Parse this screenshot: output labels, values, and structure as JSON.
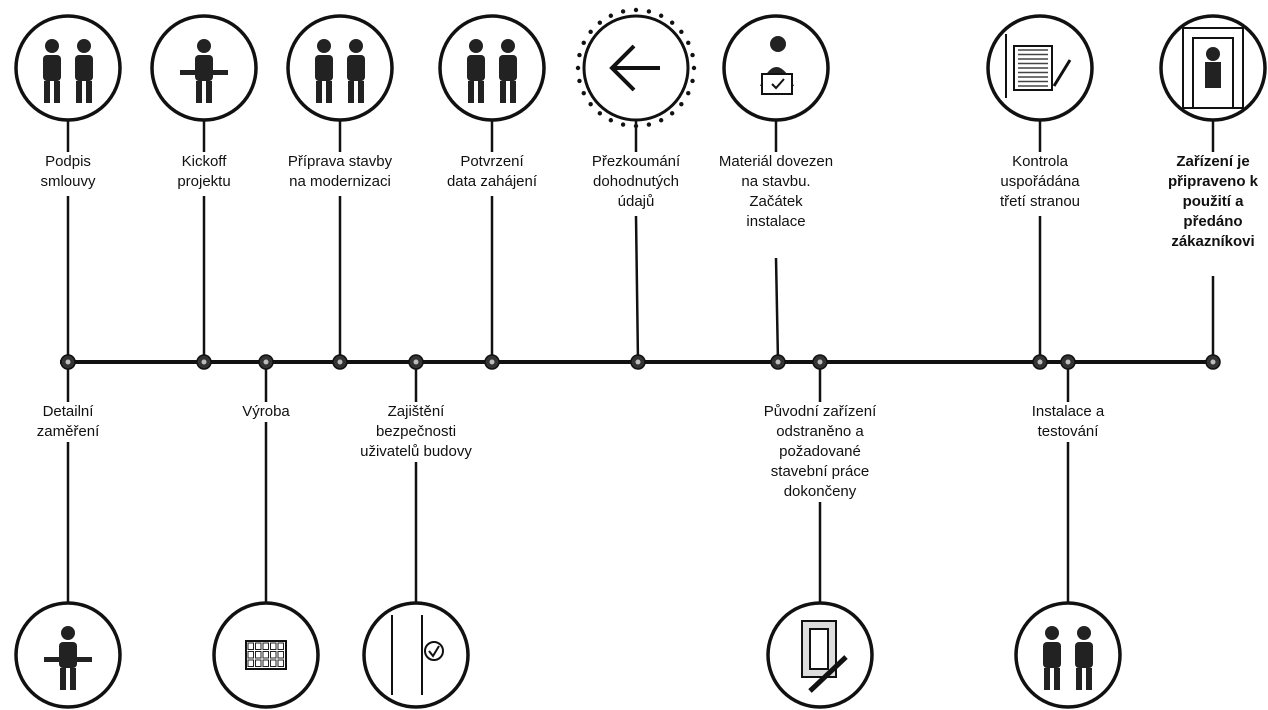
{
  "timeline": {
    "top_steps": [
      {
        "label": "Podpis\nsmlouvy",
        "icon": "handshake-icon"
      },
      {
        "label": "Kickoff\nprojektu",
        "icon": "meeting-icon"
      },
      {
        "label": "Příprava stavby\nna modernizaci",
        "icon": "workers-icon"
      },
      {
        "label": "Potvrzení\ndata zahájení",
        "icon": "discussion-icon"
      },
      {
        "label": "Přezkoumání\ndohodnutých\núdajů",
        "icon": "arrow-left-icon"
      },
      {
        "label": "Materiál dovezen\nna stavbu.\nZačátek\ninstalace",
        "icon": "delivery-check-icon"
      },
      {
        "label": "Kontrola\nuspořádána\ntřetí stranou",
        "icon": "inspection-icon"
      },
      {
        "label": "Zařízení je\npřipraveno k\npoužití a\npředáno\nzákazníkovi",
        "icon": "elevator-handover-icon"
      }
    ],
    "bottom_steps": [
      {
        "label": "Detailní\nzaměření",
        "icon": "measuring-icon"
      },
      {
        "label": "Výroba",
        "icon": "production-icon"
      },
      {
        "label": "Zajištění\nbezpečnosti\nuživatelů budovy",
        "icon": "safety-door-icon"
      },
      {
        "label": "Původní zařízení\nodstraněno a\npožadované\nstavební práce\ndokončeny",
        "icon": "old-elevator-icon"
      },
      {
        "label": "Instalace a\ntestování",
        "icon": "installers-icon"
      }
    ]
  }
}
